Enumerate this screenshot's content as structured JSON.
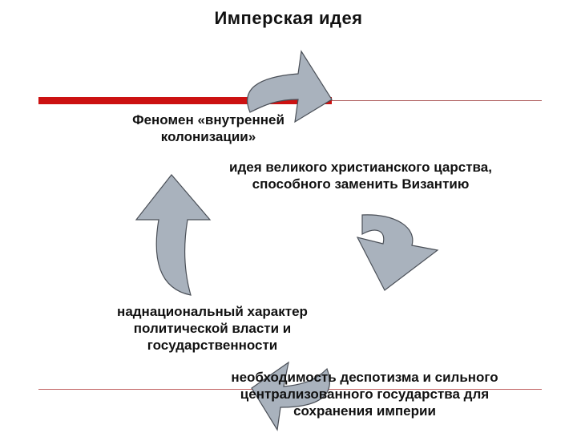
{
  "title": "Имперская идея",
  "nodes": {
    "phenomenon": "Феномен  «внутренней колонизации»",
    "idea": "идея великого христианского царства, способного заменить Византию",
    "supranational": "наднациональный характер политической власти и государственности",
    "necessity": "необходимость деспотизма и сильного централизованного государства для сохранения империи"
  },
  "colors": {
    "arrow_fill": "#a9b2bd",
    "arrow_stroke": "#4a4f57",
    "accent_bar": "#cc1111"
  }
}
